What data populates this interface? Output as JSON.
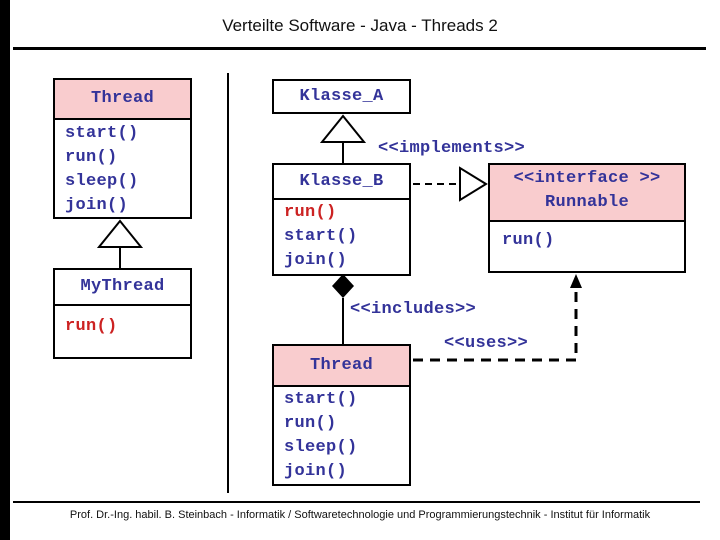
{
  "slide": {
    "title": "Verteilte Software - Java - Threads 2",
    "footer": "Prof. Dr.-Ing. habil. B. Steinbach - Informatik / Softwaretechnologie und Programmierungstechnik - Institut für Informatik"
  },
  "colors": {
    "pink": "#F9CCCE",
    "navy": "#333399",
    "red": "#CC2222"
  },
  "diagram": {
    "classes": {
      "thread_top": {
        "name": "Thread",
        "methods": [
          "start()",
          "run()",
          "sleep()",
          "join()"
        ]
      },
      "klasse_a": {
        "name": "Klasse_A"
      },
      "klasse_b": {
        "name": "Klasse_B",
        "methods": [
          "run()",
          "start()",
          "join()"
        ]
      },
      "runnable": {
        "stereotype": "<<interface >>",
        "name": "Runnable",
        "methods": [
          "run()"
        ]
      },
      "mythread": {
        "name": "MyThread",
        "methods": [
          "run()"
        ]
      },
      "thread_bottom": {
        "name": "Thread",
        "methods": [
          "start()",
          "run()",
          "sleep()",
          "join()"
        ]
      }
    },
    "labels": {
      "implements": "<<implements>>",
      "includes": "<<includes>>",
      "uses": "<<uses>>"
    }
  }
}
